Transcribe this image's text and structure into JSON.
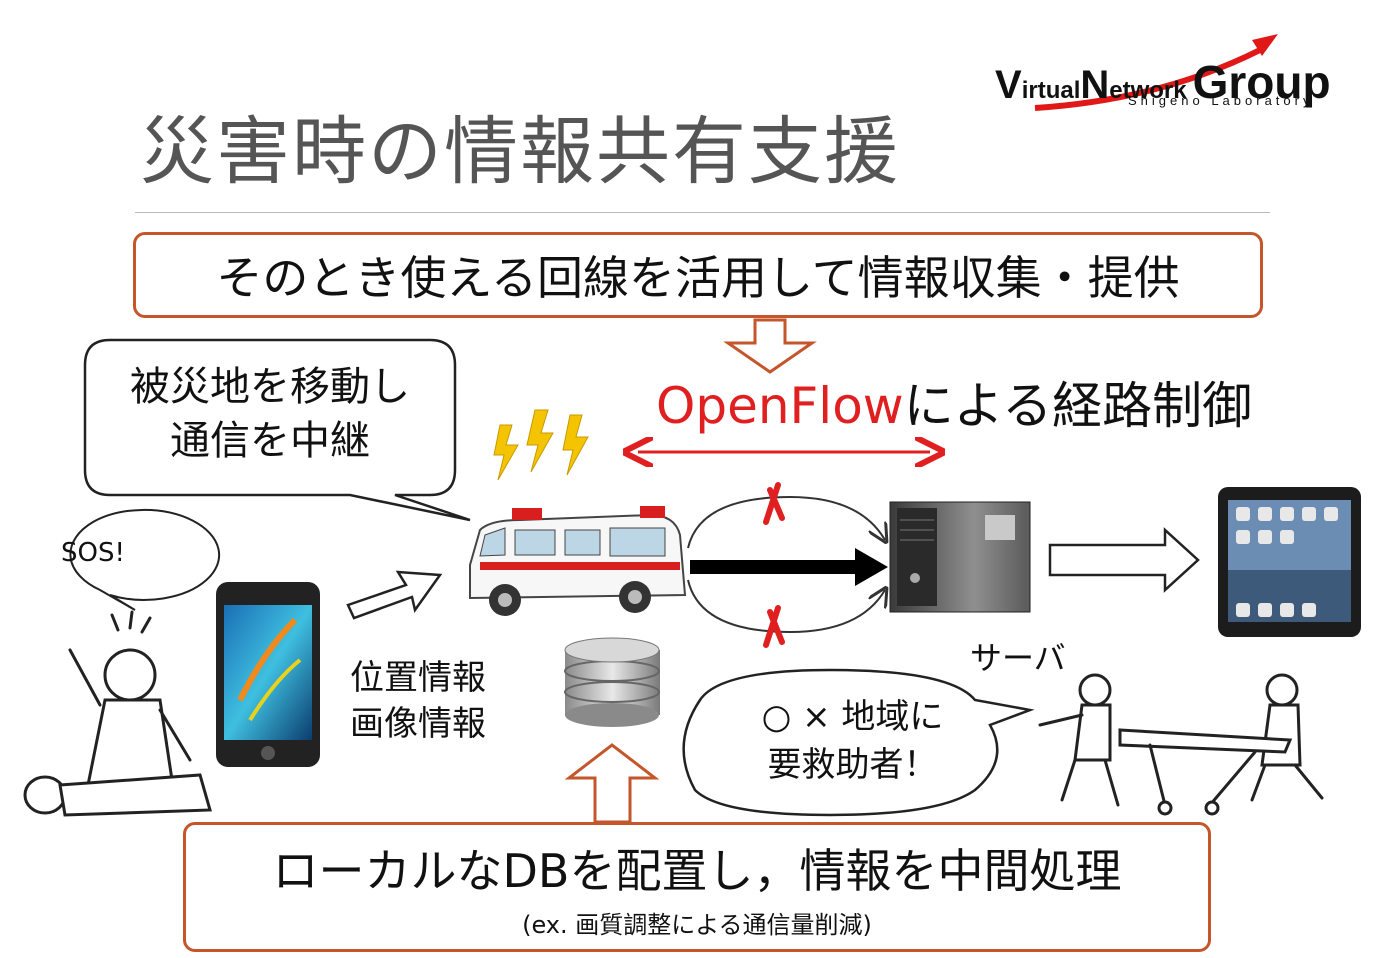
{
  "title": "災害時の情報共有支援",
  "logo": {
    "word1_initial": "V",
    "word1_rest": "irtual",
    "word2_initial": "N",
    "word2_rest": "etwork",
    "word3": "Group",
    "subtitle": "Shigeno Laboratory"
  },
  "top_box": "そのとき使える回線を活用して情報収集・提供",
  "openflow": {
    "red": "OpenFlow",
    "rest": "による経路制御"
  },
  "relay_bubble": {
    "line1": "被災地を移動し",
    "line2": "通信を中継"
  },
  "sos_bubble": "SOS!",
  "info_label": {
    "line1": "位置情報",
    "line2": "画像情報"
  },
  "server_label": "サーバ",
  "rescue_bubble": {
    "line1": "○ × 地域に",
    "line2": "要救助者！"
  },
  "bottom_box": {
    "main": "ローカルなDBを配置し，情報を中間処理",
    "sub": "(ex. 画質調整による通信量削減)"
  },
  "colors": {
    "accent_border": "#c5552a",
    "openflow_red": "#e02020",
    "title_gray": "#555555"
  }
}
